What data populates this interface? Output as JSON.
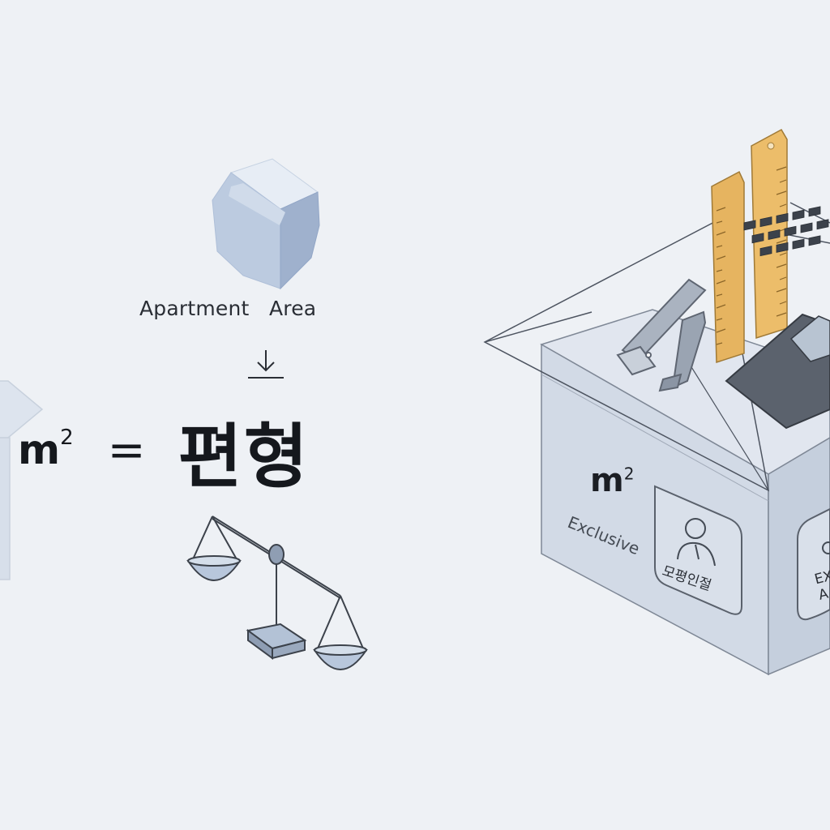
{
  "caption": "Apartment   Area",
  "equation": {
    "unit": "m",
    "unit_superscript": "2",
    "equals": "=",
    "result": "편형"
  },
  "box_labels": {
    "unit": "m",
    "unit_superscript": "2",
    "exclusive": "Exclusive",
    "badge_text": "모평인절",
    "badge2_text": "EX A"
  },
  "icons": [
    "cube-icon",
    "down-arrow-icon",
    "balance-scale-icon",
    "ruler-icon",
    "caliper-icon",
    "calculator-icon",
    "person-icon"
  ],
  "colors": {
    "background": "#eef1f5",
    "box_face": "#d3dbe6",
    "box_edge": "#7e8796",
    "ruler": "#e9b864",
    "calculator": "#59606b",
    "cube_light": "#dde5f0",
    "cube_dark": "#b3c2da"
  }
}
